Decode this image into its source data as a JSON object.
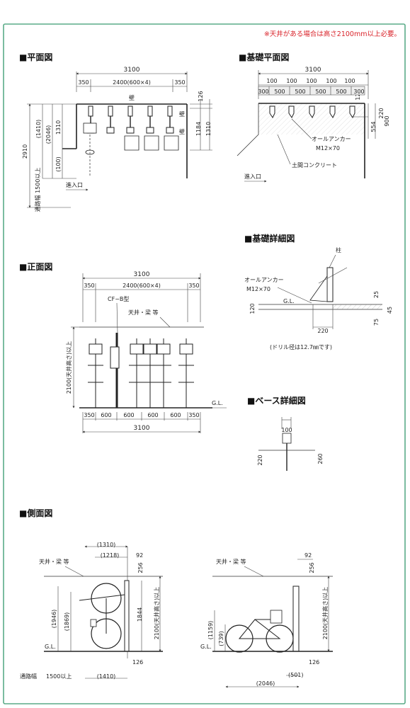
{
  "note": "※天井がある場合は高さ2100mm以上必要。",
  "plan": {
    "title": "■平面図",
    "dims": {
      "overall": "3100",
      "inner": "2400(600×4)",
      "side_left": "350",
      "side_right": "350",
      "right_top": "126",
      "right_a": "1184",
      "right_b": "1310",
      "left_a": "(1410)",
      "left_b": "(2046)",
      "left_c": "1310",
      "left_d": "(100)",
      "left_total": "2910",
      "aisle": "通路幅 1500以上"
    },
    "wall_top": "壁",
    "wall_right": "壁",
    "entry": "進入口"
  },
  "foundation_plan": {
    "title": "■基礎平面図",
    "overall": "3100",
    "top_row": [
      "100",
      "100",
      "100",
      "100",
      "100",
      "126"
    ],
    "bottom_row": [
      "300",
      "500",
      "500",
      "500",
      "500",
      "300"
    ],
    "right": [
      "220",
      "554",
      "900"
    ],
    "anchor_label": "オールアンカー",
    "anchor_size": "M12×70",
    "concrete_label": "土間コンクリート",
    "entry": "進入口"
  },
  "front": {
    "title": "■正面図",
    "overall_top": "3100",
    "inner_top": "2400(600×4)",
    "side_left": "350",
    "side_right": "350",
    "model": "CF−B型",
    "ceiling": "天井・梁 等",
    "height": "2100(天井高さ)以上",
    "gl": "G.L.",
    "bottom_row": [
      "350",
      "600",
      "600",
      "600",
      "600",
      "350"
    ],
    "overall_bottom": "3100"
  },
  "foundation_detail": {
    "title": "■基礎詳細図",
    "pillar": "柱",
    "anchor_label": "オールアンカー",
    "anchor_size": "M12×70",
    "gl": "G.L.",
    "dims": [
      "120",
      "220",
      "25",
      "45",
      "75"
    ],
    "drill_note": "(ドリル径は12.7㎜です)"
  },
  "base_detail": {
    "title": "■ベース詳細図",
    "dims": [
      "100",
      "220",
      "260"
    ]
  },
  "side": {
    "title": "■側面図",
    "left": {
      "top_a": "(1310)",
      "top_b": "(1218)",
      "top_c": "92",
      "top_d": "256",
      "ceiling": "天井・梁 等",
      "left_a": "(1946)",
      "left_b": "(1869)",
      "right_a": "1844",
      "height": "2100(天井高さ)以上",
      "gl": "G.L.",
      "bottom_a": "126",
      "aisle": "通路幅",
      "aisle_value": "1500以上",
      "bottom_b": "(1410)"
    },
    "right": {
      "top_a": "92",
      "top_b": "256",
      "ceiling": "天井・梁 等",
      "left_a": "(1159)",
      "left_b": "(739)",
      "height": "2100(天井高さ)以上",
      "gl": "G.L.",
      "bottom_a": "126",
      "bottom_b": "(501)",
      "bottom_c": "(2046)"
    }
  }
}
